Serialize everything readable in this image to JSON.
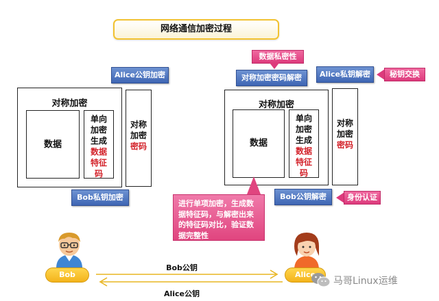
{
  "title": "网络通信加密过程",
  "left": {
    "outer_label": "对称加密",
    "data_label": "数据",
    "hash_lines": [
      "单向",
      "加密",
      "生成"
    ],
    "hash_red_lines": [
      "数据",
      "特征",
      "码"
    ],
    "key_lines": [
      "对称",
      "加密"
    ],
    "key_red": "密码",
    "alice_tag": "Alice公钥加密",
    "bob_tag": "Bob私钥加密"
  },
  "right": {
    "outer_label": "对称加密",
    "data_label": "数据",
    "hash_lines": [
      "单向",
      "加密",
      "生成"
    ],
    "hash_red_lines": [
      "数据",
      "特征",
      "码"
    ],
    "key_lines": [
      "对称",
      "加密"
    ],
    "key_red": "密码",
    "integrity_tag": "数据私密性",
    "sym_decrypt_tag": "对称加密密码解密",
    "alice_tag": "Alice私钥解密",
    "key_exchange_tag": "秘钥交换",
    "bob_tag": "Bob公钥解密",
    "identity_tag": "身份认证",
    "note_lines": [
      "进行单项加密，生成数",
      "据特征码，与解密出来",
      "的特征码对比，验证数",
      "据完整性"
    ]
  },
  "people": {
    "bob": "Bob",
    "alice": "Alice",
    "bob_key": "Bob公钥",
    "alice_key": "Alice公钥"
  },
  "watermark": "马哥Linux运维",
  "colors": {
    "blue": "#4a72c0",
    "pink": "#e64c88",
    "yellow": "#f2c230",
    "red_text": "#d3222a"
  }
}
